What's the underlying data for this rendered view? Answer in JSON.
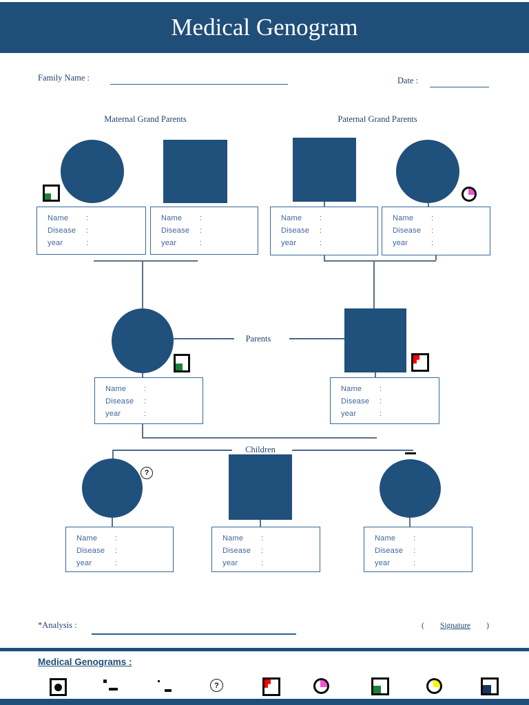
{
  "header": {
    "title": "Medical Genogram"
  },
  "form": {
    "family_name_label": "Family Name :",
    "date_label": "Date :",
    "analysis_label": "*Analysis :",
    "signature": {
      "open": "(",
      "label": "Signature",
      "close": ")"
    }
  },
  "sections": {
    "maternal": "Maternal Grand Parents",
    "paternal": "Paternal Grand Parents",
    "parents": "Parents",
    "children": "Children"
  },
  "info_box": {
    "rows": [
      "Name",
      "Disease",
      "year"
    ],
    "colon": ":"
  },
  "symbols": {
    "question_mark": "?"
  },
  "legend": {
    "title": "Medical Genograms :",
    "icons": [
      {
        "name": "filled-dot-square-icon",
        "color": "#0a0a0a"
      },
      {
        "name": "dotted-marks-icon",
        "color": "#0a0a0a"
      },
      {
        "name": "dotted-marks-icon",
        "color": "#0a0a0a"
      },
      {
        "name": "question-circle-icon",
        "color": "#1a1a1a"
      },
      {
        "name": "red-corner-square-icon",
        "color": "#ff0000"
      },
      {
        "name": "pink-corner-circle-icon",
        "color": "#f44fd7"
      },
      {
        "name": "green-corner-square-icon",
        "color": "#1d8039"
      },
      {
        "name": "yellow-corner-circle-icon",
        "color": "#fdf500"
      },
      {
        "name": "navy-corner-square-icon",
        "color": "#17365d"
      }
    ]
  },
  "colors": {
    "primary_blue": "#1f4e79",
    "shape_blue": "#20507c",
    "accent_green": "#1d8039",
    "accent_pink": "#f44fd7",
    "accent_red": "#ff0000",
    "accent_yellow": "#fdf500",
    "accent_navy": "#17365d"
  }
}
